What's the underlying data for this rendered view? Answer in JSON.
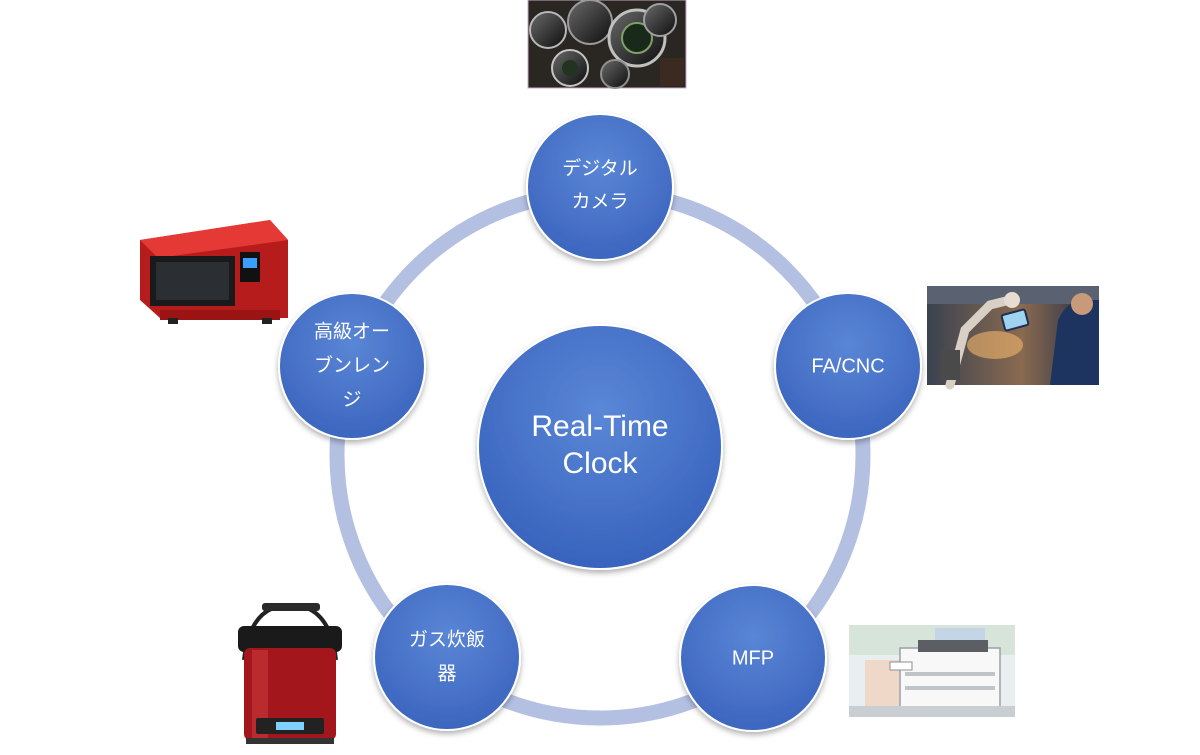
{
  "center": {
    "lines": [
      "Real-Time",
      "Clock"
    ]
  },
  "nodes": [
    {
      "id": "camera",
      "lines": [
        "デジタル",
        "カメラ"
      ],
      "photo_icon": "camera-lenses-photo"
    },
    {
      "id": "facnc",
      "lines": [
        "FA/CNC"
      ],
      "photo_icon": "factory-robot-photo"
    },
    {
      "id": "mfp",
      "lines": [
        "MFP"
      ],
      "photo_icon": "office-printer-photo"
    },
    {
      "id": "rice",
      "lines": [
        "ガス炊飯",
        "器"
      ],
      "photo_icon": "rice-cooker-photo"
    },
    {
      "id": "oven",
      "lines": [
        "高級オー",
        "ブンレン",
        "ジ"
      ],
      "photo_icon": "microwave-oven-photo"
    }
  ],
  "colors": {
    "node_fill": "#3f6cc6",
    "node_stroke": "#ffffff",
    "ring": "#b4c0e2"
  }
}
